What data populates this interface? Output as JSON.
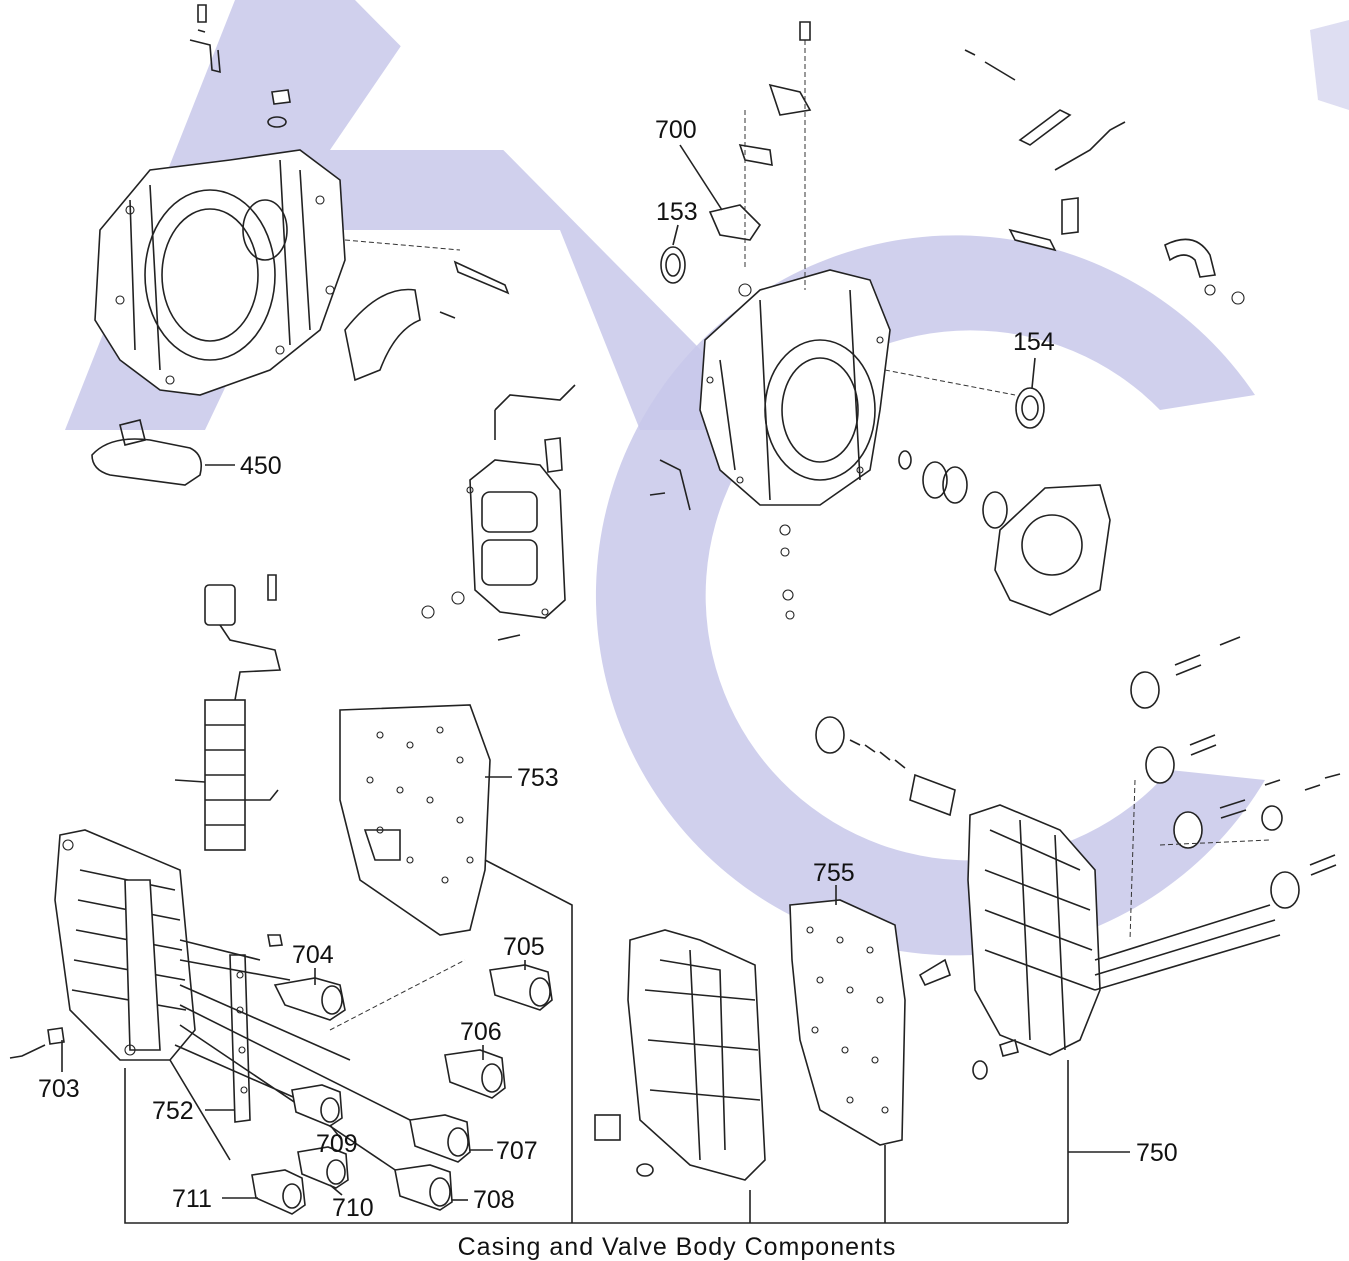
{
  "diagram": {
    "caption": "Casing and Valve Body Components",
    "watermark_color": "#c8c8ea",
    "line_color": "#222222",
    "callouts": {
      "c153": "153",
      "c154": "154",
      "c450": "450",
      "c700": "700",
      "c703": "703",
      "c704": "704",
      "c705": "705",
      "c706": "706",
      "c707": "707",
      "c708": "708",
      "c709": "709",
      "c710": "710",
      "c711": "711",
      "c750": "750",
      "c752": "752",
      "c753": "753",
      "c755": "755"
    }
  }
}
